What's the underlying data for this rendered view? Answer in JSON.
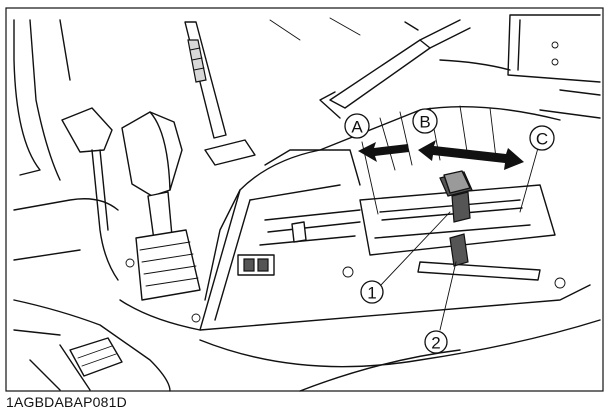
{
  "figure": {
    "code_label": "1AGBDABAP081D",
    "callouts": {
      "A": "A",
      "B": "B",
      "C": "C",
      "one": "1",
      "two": "2"
    }
  }
}
